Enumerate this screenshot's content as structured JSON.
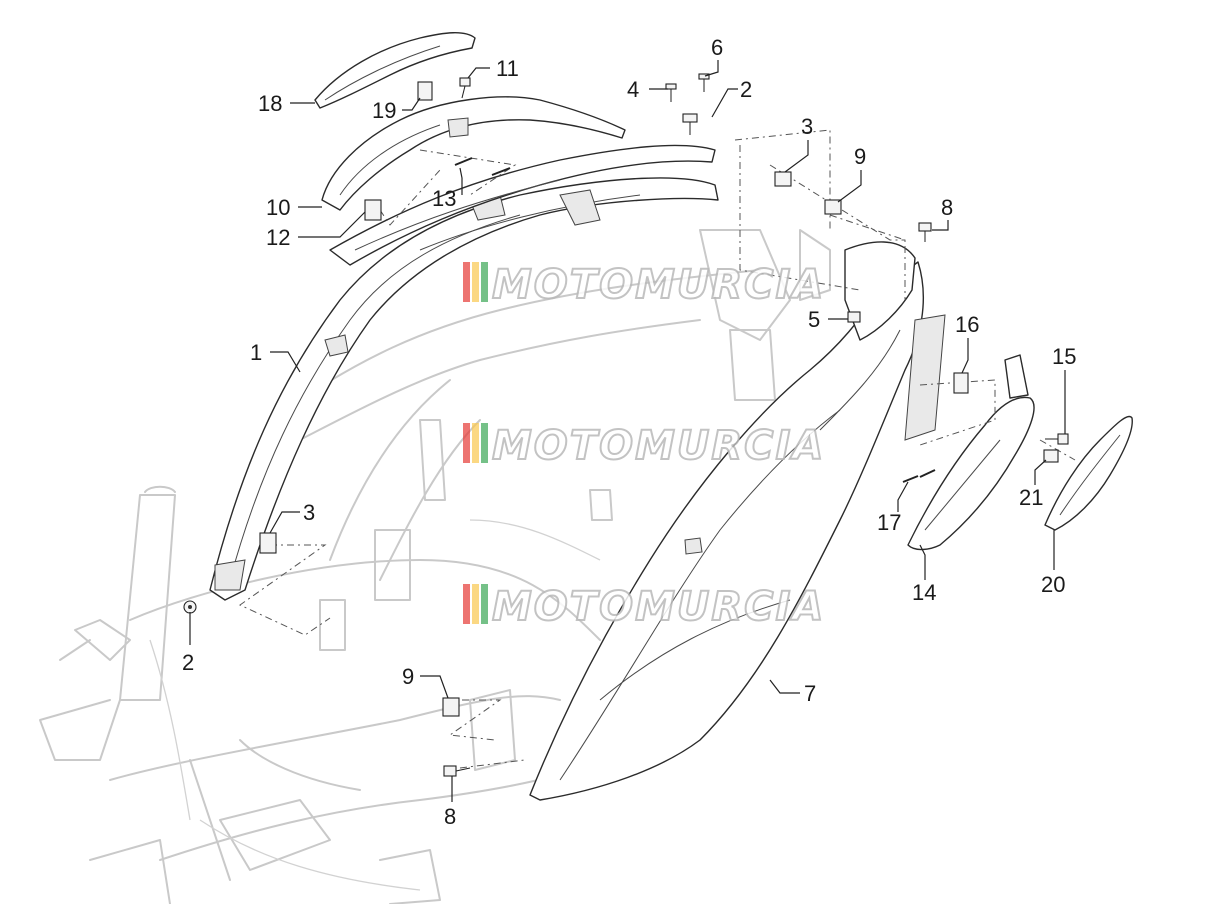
{
  "watermark": {
    "text": "MOTOMURCIA",
    "stripe_colors": [
      "#e53935",
      "#f9c74f",
      "#3aa655"
    ]
  },
  "callouts": {
    "c1": "1",
    "c2a": "2",
    "c2b": "2",
    "c3a": "3",
    "c3b": "3",
    "c4": "4",
    "c5": "5",
    "c6": "6",
    "c7": "7",
    "c8a": "8",
    "c8b": "8",
    "c9a": "9",
    "c9b": "9",
    "c10": "10",
    "c11": "11",
    "c12": "12",
    "c13": "13",
    "c14": "14",
    "c15": "15",
    "c16": "16",
    "c17": "17",
    "c18": "18",
    "c19": "19",
    "c20": "20",
    "c21": "21"
  }
}
